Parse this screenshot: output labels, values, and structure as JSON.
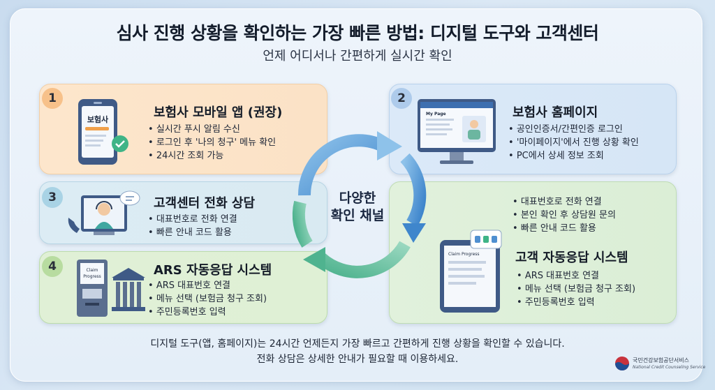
{
  "header": {
    "title": "심사 진행 상황을 확인하는 가장 빠른 방법: 디지털 도구와 고객센터",
    "subtitle": "언제 어디서나 간편하게 실시간 확인"
  },
  "center_label_line1": "다양한",
  "center_label_line2": "확인 채널",
  "cards": [
    {
      "number": "1",
      "title": "보험사 모바일 앱 (권장)",
      "items": [
        "실시간 푸시 알림 수신",
        "로그인 후 '나의 청구' 메뉴 확인",
        "24시간 조회 가능"
      ],
      "icon": "mobile-app-icon",
      "icon_text": "보험사"
    },
    {
      "number": "2",
      "title": "보험사 홈페이지",
      "items": [
        "공인인증서/간편인증 로그인",
        "'마이페이지'에서 진행 상황 확인",
        "PC에서 상세 정보 조회"
      ],
      "icon": "monitor-webpage-icon",
      "icon_text": "My Page"
    },
    {
      "number": "3",
      "title": "고객센터 전화 상담",
      "items": [
        "대표번호로 전화 연결",
        "빠른 안내 코드 활용"
      ],
      "icon": "call-agent-icon"
    },
    {
      "number": "4",
      "title": "ARS 자동응답 시스템",
      "items": [
        "ARS 대표번호 연결",
        "메뉴 선택 (보험금 청구 조회)",
        "주민등록번호 입력"
      ],
      "icon": "kiosk-bank-icon",
      "icon_text_1": "Claim",
      "icon_text_2": "Progress"
    },
    {
      "title": "고객 자동응답 시스템",
      "top_items": [
        "대표번호로 전화 연결",
        "본인 확인 후 상담원 문의",
        "빠른 안내 코드 활용"
      ],
      "items": [
        "ARS 대표번호 연결",
        "메뉴 선택 (보험금 청구 조회)",
        "주민등록번호 입력"
      ],
      "icon": "tablet-claim-icon",
      "icon_text": "Claim Progress"
    }
  ],
  "footer": {
    "line1": "디지털 도구(앱, 홈페이지)는 24시간 언제든지 가장 빠르고 간편하게 진행 상황을 확인할 수 있습니다.",
    "line2": "전화 상담은 상세한 안내가 필요할 때 이용하세요."
  },
  "logo": {
    "name": "국민건강보험공단서비스",
    "sub": "National Credit Counseling Service"
  },
  "colors": {
    "card1": "#fde6cc",
    "card2": "#dbe9f8",
    "card3": "#dcecf4",
    "card4": "#e0f0d6",
    "card5": "#e1f1dc",
    "arrow_blue": "#4f8fd0",
    "arrow_green": "#6cc3a0"
  }
}
